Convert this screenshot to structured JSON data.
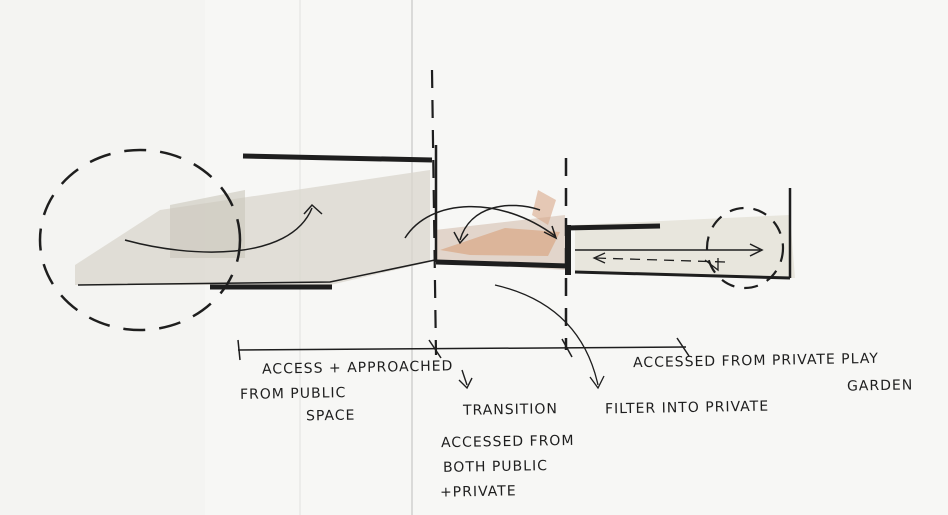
{
  "labels": {
    "access_line": "ACCESS + APPROACHED",
    "access_from": "FROM PUBLIC",
    "access_space": "SPACE",
    "transition": "TRANSITION",
    "accessed_from": "ACCESSED FROM",
    "both_public": "BOTH PUBLIC",
    "plus_private": "+PRIVATE",
    "filter": "FILTER INTO PRIVATE",
    "accessed_private": "ACCESSED FROM PRIVATE PLAY",
    "garden": "GARDEN"
  },
  "colors": {
    "ink": "#1e1e1e",
    "paper": "#f4f4f2",
    "wash_gray": "#d9d6cc",
    "wash_light": "#e6e3da",
    "wash_peach": "#d9a98a"
  }
}
